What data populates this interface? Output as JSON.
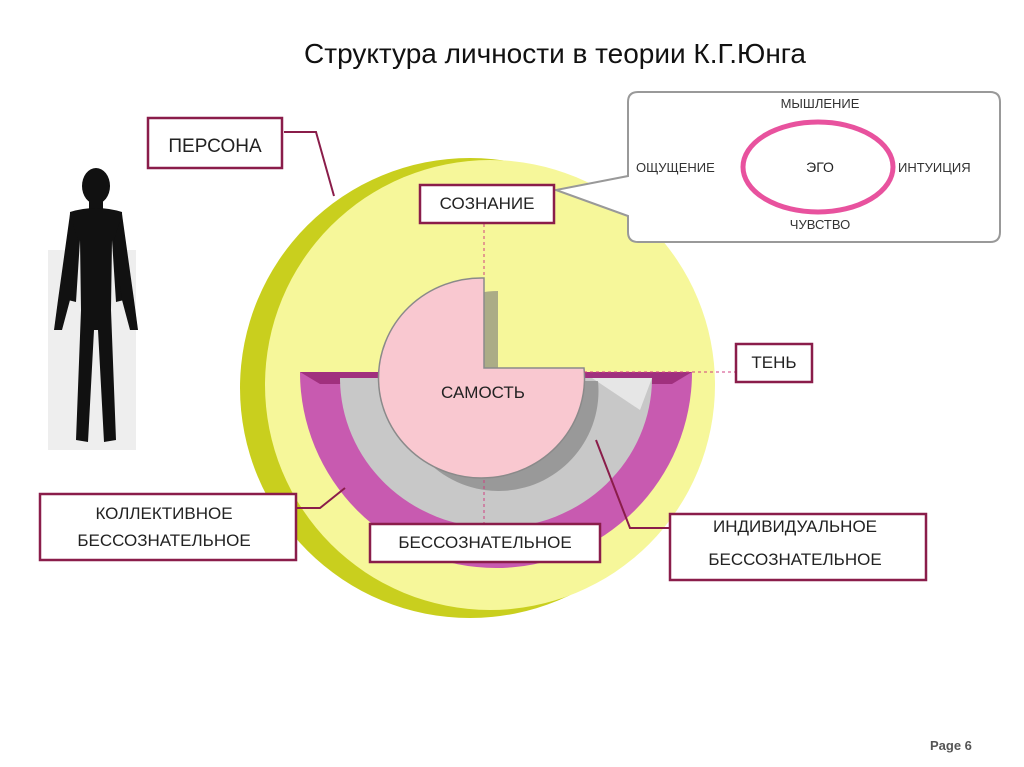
{
  "title": "Структура личности в теории К.Г.Юнга",
  "labels": {
    "persona": "ПЕРСОНА",
    "consciousness": "СОЗНАНИЕ",
    "self": "САМОСТЬ",
    "shadow": "ТЕНЬ",
    "collective_line1": "КОЛЛЕКТИВНОЕ",
    "collective_line2": "БЕССОЗНАТЕЛЬНОЕ",
    "unconscious": "БЕССОЗНАТЕЛЬНОЕ",
    "individual_line1": "ИНДИВИДУАЛЬНОЕ",
    "individual_line2": "БЕССОЗНАТЕЛЬНОЕ"
  },
  "ego_callout": {
    "ego": "ЭГО",
    "thinking": "МЫШЛЕНИЕ",
    "sensation": "ОЩУЩЕНИЕ",
    "intuition": "ИНТУИЦИЯ",
    "feeling": "ЧУВСТВО"
  },
  "page_label": "Page 6",
  "colors": {
    "outer_circle": "#f6f79a",
    "persona_crescent": "#c9cf1e",
    "collective_ring": "#c85ab0",
    "individual_ring": "#c8c8c8",
    "self_core": "#f9c8d0",
    "label_border": "#8a1d4a",
    "ego_ring": "#e8529e"
  }
}
